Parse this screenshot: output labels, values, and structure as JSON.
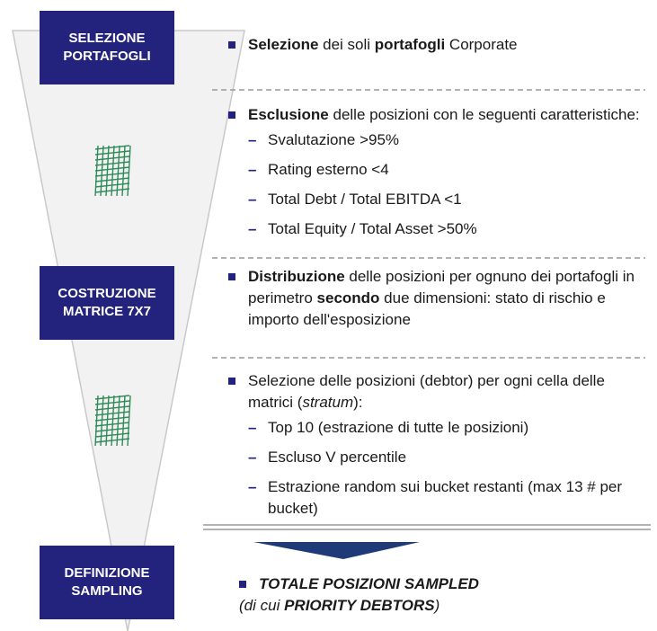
{
  "colors": {
    "navy": "#23237e",
    "funnel_fill": "#f2f2f2",
    "funnel_stroke": "#c9c9c9",
    "grid_green": "#2e8b57",
    "divider": "#9a9a9a"
  },
  "stages": [
    {
      "id": "selezione-portafogli",
      "label_line1": "SELEZIONE",
      "label_line2": "PORTAFOGLI"
    },
    {
      "id": "costruzione-matrice",
      "label_line1": "COSTRUZIONE",
      "label_line2": "MATRICE 7X7"
    },
    {
      "id": "definizione-sampling",
      "label_line1": "DEFINIZIONE",
      "label_line2": "SAMPLING"
    }
  ],
  "steps": {
    "step1": {
      "bold1": "Selezione",
      "t1": " dei soli ",
      "bold2": "portafogli",
      "t2": " Corporate"
    },
    "step2": {
      "bold1": "Esclusione",
      "t1": " delle posizioni con le seguenti caratteristiche:",
      "items": [
        "Svalutazione >95%",
        "Rating esterno <4",
        "Total Debt / Total EBITDA <1",
        "Total Equity / Total Asset >50%"
      ]
    },
    "step3": {
      "bold1": "Distribuzione",
      "t1": " delle posizioni per ognuno dei portafogli in perimetro ",
      "bold2": "secondo",
      "t2": " due dimensioni: stato di rischio e importo dell'esposizione"
    },
    "step4": {
      "t1": "Selezione delle posizioni (debtor) per ogni cella delle matrici (",
      "italic1": "stratum",
      "t2": "):",
      "items": [
        "Top 10 (estrazione di tutte le posizioni)",
        "Escluso V percentile",
        "Estrazione random sui bucket restanti (max 13 # per bucket)"
      ]
    },
    "final": {
      "line1": "TOTALE POSIZIONI SAMPLED",
      "line2_prefix": "(di cui ",
      "line2_bold": "PRIORITY DEBTORS",
      "line2_suffix": ")"
    }
  },
  "icons": [
    "grid-matrix-icon",
    "grid-matrix-icon",
    "arrow-down-icon"
  ]
}
